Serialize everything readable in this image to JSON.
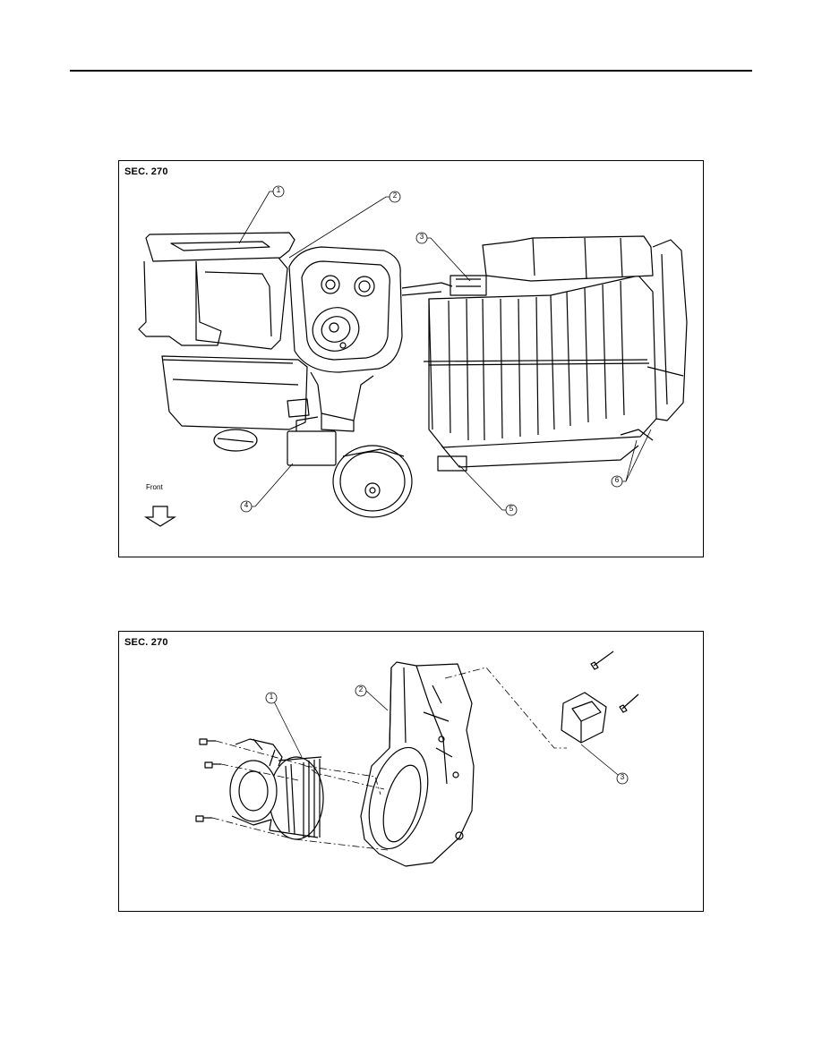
{
  "figure1": {
    "section_label": "SEC. 270",
    "callouts": [
      "1",
      "2",
      "3",
      "4",
      "5",
      "6"
    ],
    "front_label": "Front"
  },
  "figure2": {
    "section_label": "SEC. 270",
    "callouts": [
      "1",
      "2",
      "3"
    ]
  }
}
